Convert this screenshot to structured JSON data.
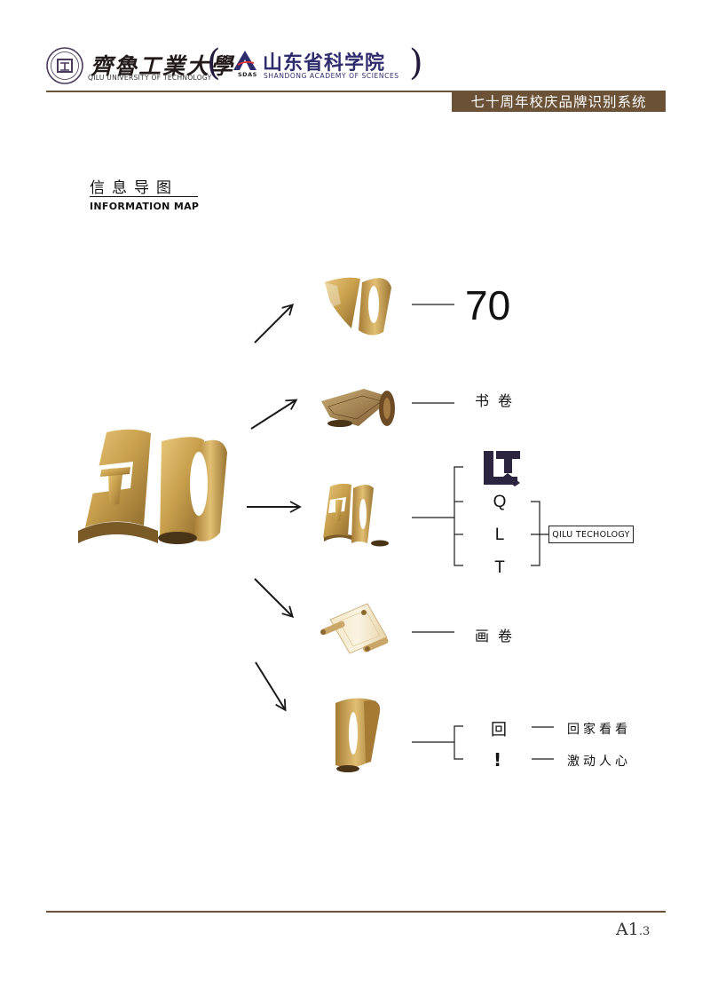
{
  "header": {
    "university_cn": "齊魯工業大學",
    "university_en": "QILU UNIVERSITY OF TECHNOLOGY",
    "paren_left": "(",
    "paren_right": ")",
    "academy_abbr": "SDAS",
    "academy_cn": "山东省科学院",
    "academy_en": "SHANDONG ACADEMY OF SCIENCES",
    "band_title": "七十周年校庆品牌识别系统"
  },
  "section": {
    "title_cn": "信息导图",
    "title_en": "INFORMATION MAP"
  },
  "branches": {
    "b1": {
      "text": "70"
    },
    "b2": {
      "text": "书卷"
    },
    "b3": {
      "letters": [
        "Q",
        "L",
        "T"
      ],
      "box": "QILU TECHOLOGY"
    },
    "b4": {
      "text": "画卷"
    },
    "b5": {
      "items": [
        {
          "symbol": "回",
          "meaning": "回家看看"
        },
        {
          "symbol": "!",
          "meaning": "激动人心"
        }
      ]
    }
  },
  "colors": {
    "brand_brown": "#6b5236",
    "gold": "#c9a14e",
    "navy": "#2f2c6e",
    "logo_purple": "#2d2440"
  },
  "icons": [
    "school-seal-icon",
    "sdas-logo-icon",
    "anniversary-logo-icon",
    "book-scroll-icon",
    "painting-scroll-icon",
    "qlt-mark-icon",
    "arrow-icon"
  ],
  "footer": {
    "page_main": "A1",
    "page_sub": ".3"
  }
}
